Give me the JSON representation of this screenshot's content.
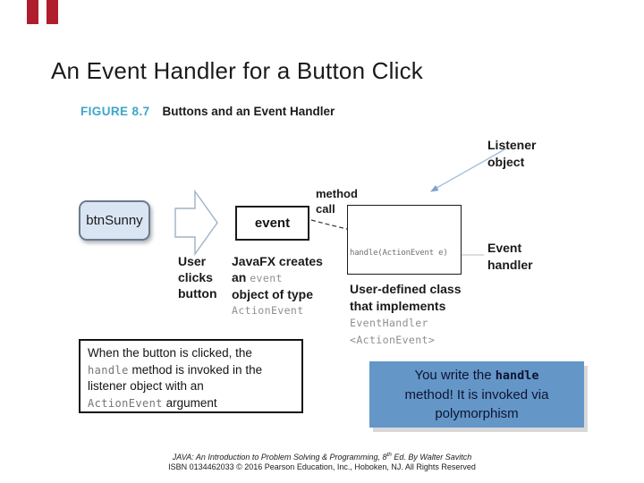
{
  "colors": {
    "accent_red": "#B01E2E",
    "figure_label_blue": "#3DA6CB",
    "callout_blue": "#6496C8",
    "button_fill": "#D9E5F3",
    "code_gray": "#8F8F8F",
    "pointer_blue": "#7FA3CC"
  },
  "slide": {
    "title": "An Event Handler for a Button Click",
    "figure": {
      "label": "FIGURE 8.7",
      "caption": "Buttons and an Event Handler"
    }
  },
  "diagram": {
    "button_label": "btnSunny",
    "event_box_label": "event",
    "method_call": {
      "line1": "method",
      "line2": "call"
    },
    "handle_code": "handle(ActionEvent e)",
    "listener_label": {
      "line1": "Listener",
      "line2": "object"
    },
    "event_handler_label": {
      "line1": "Event",
      "line2": "handler"
    },
    "user_clicks": {
      "line1": "User",
      "line2": "clicks",
      "line3": "button"
    },
    "javafx_creates": {
      "line1": "JavaFX creates",
      "line2_pre": "an ",
      "line2_code": "event",
      "line3": "object of type",
      "line4_code": "ActionEvent"
    },
    "user_defined": {
      "line1": "User-defined class",
      "line2": "that implements",
      "line3_code": "EventHandler",
      "line4_code": "<ActionEvent>"
    }
  },
  "note_box": {
    "line1": "When the button is clicked, the",
    "line2_code": "handle",
    "line2_rest": " method is invoked in the",
    "line3": "listener object with an",
    "line4_code": "ActionEvent",
    "line4_rest": " argument"
  },
  "callout": {
    "line1_pre": "You write the ",
    "line1_code": "handle",
    "line2": "method! It is invoked via",
    "line3": "polymorphism"
  },
  "footer": {
    "line1_pre": "JAVA: An Introduction to Problem Solving & Programming, 8",
    "line1_sup": "th",
    "line1_post": " Ed. By Walter Savitch",
    "line2": "ISBN 0134462033 © 2016 Pearson Education, Inc., Hoboken, NJ. All Rights Reserved"
  }
}
